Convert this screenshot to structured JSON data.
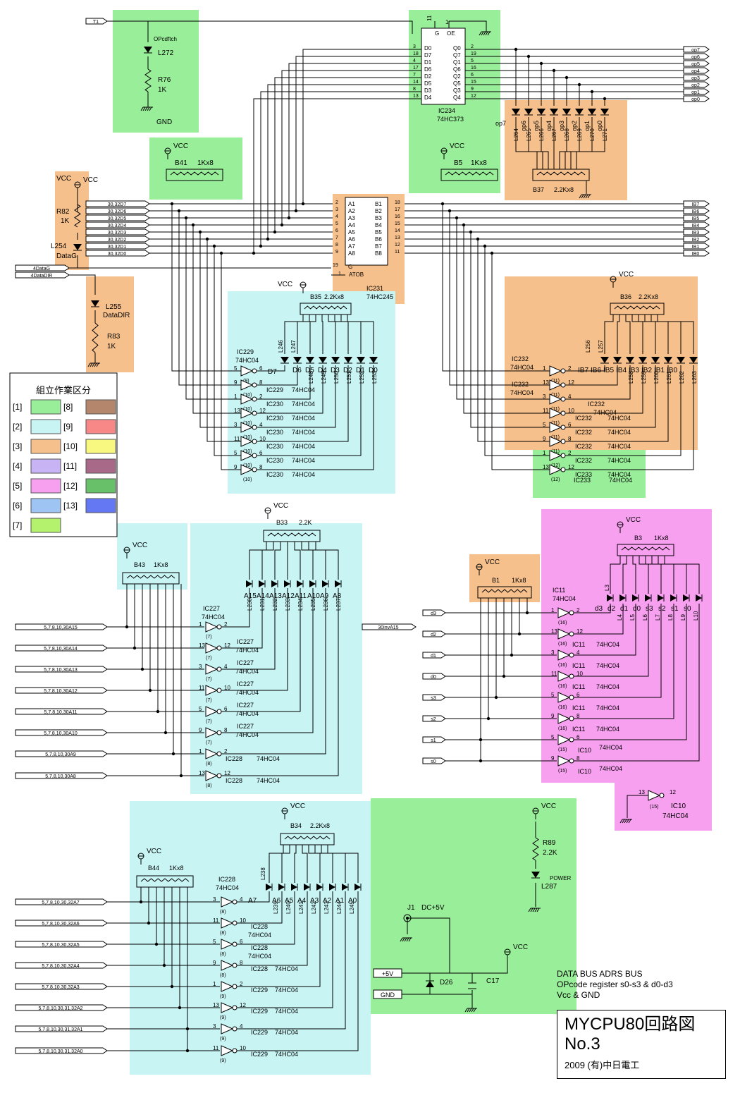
{
  "title_block": {
    "title": "MYCPU80回路図",
    "sheet_no": "No.3",
    "footer": "2009 (有)中日電工"
  },
  "notes": [
    "DATA BUS  ADRS BUS",
    "OPcode register  s0-s3 & d0-d3",
    "Vcc & GND"
  ],
  "legend": {
    "title": "組立作業区分",
    "items": [
      {
        "label": "[1]",
        "color": "#99ee99"
      },
      {
        "label": "[2]",
        "color": "#c8f4f4"
      },
      {
        "label": "[3]",
        "color": "#f6c08c"
      },
      {
        "label": "[4]",
        "color": "#c8b4f4"
      },
      {
        "label": "[5]",
        "color": "#f8a0f0"
      },
      {
        "label": "[6]",
        "color": "#9ec4f4"
      },
      {
        "label": "[7]",
        "color": "#b4f26e"
      },
      {
        "label": "[8]",
        "color": "#b4866c"
      },
      {
        "label": "[9]",
        "color": "#f88888"
      },
      {
        "label": "[10]",
        "color": "#f8f880"
      },
      {
        "label": "[11]",
        "color": "#a86888"
      },
      {
        "label": "[12]",
        "color": "#68c068"
      },
      {
        "label": "[13]",
        "color": "#6478f4"
      }
    ]
  },
  "parts": {
    "t1": "T1",
    "opcdftch": "OPcdftch",
    "l272": "L272",
    "r76": "R76",
    "r76v": "1K",
    "gnd": "GND",
    "vcc": "VCC",
    "b41": "B41",
    "b41v": "1Kx8",
    "b5": "B5",
    "b5v": "1Kx8",
    "b37": "B37",
    "b37v": "2.2Kx8",
    "b35": "B35",
    "b35v": "2.2Kx8",
    "b36": "B36",
    "b36v": "2.2Kx8",
    "b33": "B33",
    "b33v": "2.2K",
    "b43": "B43",
    "b43v": "1Kx8",
    "b1": "B1",
    "b1v": "1Kx8",
    "b3": "B3",
    "b3v": "1Kx8",
    "b34": "B34",
    "b34v": "2.2Kx8",
    "b44": "B44",
    "b44v": "1Kx8",
    "r82": "R82",
    "r82v": "1K",
    "l254": "L254",
    "datag": "DataG",
    "l255": "L255",
    "datadir": "DataDIR",
    "r83": "R83",
    "r83v": "1K",
    "ic234": "IC234",
    "ic234t": "74HC373",
    "ic231": "IC231",
    "ic231t": "74HC245",
    "atob": "ATOB",
    "r89": "R89",
    "r89v": "2.2K",
    "power": "POWER",
    "l287": "L287",
    "j1": "J1",
    "dc5v": "DC+5V",
    "d26": "D26",
    "c17": "C17",
    "p5v": "+5V",
    "pgnd": "GND",
    "inva15": "30invA15",
    "ic10a": "IC10",
    "ic10t": "74HC04"
  },
  "signals": {
    "data_bus_in": [
      "30,32D7",
      "30,32D6",
      "30,32D5",
      "30,32D4",
      "30,32D3",
      "30,32D2",
      "30,32D1",
      "30,32D0"
    ],
    "ib_out": [
      "IB7",
      "IB6",
      "IB5",
      "IB4",
      "IB3",
      "IB2",
      "IB1",
      "IB0"
    ],
    "op_out": [
      "op7",
      "op6",
      "op5",
      "op4",
      "op3",
      "op2",
      "op1",
      "op0"
    ],
    "data_ctrl": [
      "4DataG",
      "4DataDIR"
    ],
    "addr_hi": [
      "5,7,8,10,30A15",
      "5,7,8,10,30A14",
      "5,7,8,10,30A13",
      "5,7,8,10,30A12",
      "5,7,8,10,30A11",
      "5,7,8,10,30A10",
      "5,7,8,10,30A9",
      "5,7,8,10,30A8"
    ],
    "addr_lo": [
      "5,7,8,10,30,32A7",
      "5,7,8,10,30,32A6",
      "5,7,8,10,30,32A5",
      "5,7,8,10,30,32A4",
      "5,7,8,10,30,32A3",
      "5,7,8,10,30,31,32A2",
      "5,7,8,10,30,31,32A1",
      "5,7,8,10,30,31,32A0"
    ],
    "sd_in": [
      "d3",
      "d2",
      "d1",
      "d0",
      "s3",
      "s2",
      "s1",
      "s0"
    ]
  },
  "ic373_pins": {
    "d_names": [
      "D0",
      "D7",
      "D1",
      "D6",
      "D2",
      "D5",
      "D3",
      "D4"
    ],
    "d_pins": [
      "3",
      "18",
      "4",
      "17",
      "7",
      "14",
      "8",
      "13"
    ],
    "q_names": [
      "Q0",
      "Q7",
      "Q1",
      "Q6",
      "Q2",
      "Q5",
      "Q3",
      "Q4"
    ],
    "q_pins": [
      "2",
      "19",
      "5",
      "16",
      "6",
      "15",
      "9",
      "12"
    ],
    "g": "G",
    "oe": "OE",
    "pin11": "11",
    "pin1": "1"
  },
  "ic245_pins": {
    "a_names": [
      "A1",
      "A2",
      "A3",
      "A4",
      "A5",
      "A6",
      "A7",
      "A8"
    ],
    "a_pins": [
      "2",
      "3",
      "4",
      "5",
      "6",
      "7",
      "8",
      "9"
    ],
    "b_names": [
      "B1",
      "B2",
      "B3",
      "B4",
      "B5",
      "B6",
      "B7",
      "B8"
    ],
    "b_pins": [
      "18",
      "17",
      "16",
      "15",
      "14",
      "13",
      "12",
      "11"
    ],
    "g": "G",
    "pin19": "19",
    "pin1": "1"
  },
  "led_groups": {
    "op": {
      "names": [
        "op7",
        "op6",
        "op5",
        "op4",
        "op3",
        "op2",
        "op1",
        "op0"
      ],
      "refs": [
        "L264",
        "L265",
        "L266",
        "L267",
        "L268",
        "L269",
        "L270",
        "L271"
      ]
    },
    "d": {
      "names": [
        "D7",
        "D6",
        "D5",
        "D4",
        "D3",
        "D2",
        "D1",
        "D0"
      ],
      "refs": [
        "L246",
        "L247",
        "L248",
        "L249",
        "L250",
        "L251",
        "L252",
        "L253"
      ]
    },
    "ib": {
      "names": [
        "IB7",
        "IB6",
        "IB5",
        "IB4",
        "IB3",
        "IB2",
        "IB1",
        "IB0"
      ],
      "refs": [
        "L256",
        "L257",
        "L258",
        "L259",
        "L260",
        "L261",
        "L262",
        "L263"
      ]
    },
    "ah": {
      "names": [
        "A15",
        "A14",
        "A13",
        "A12",
        "A11",
        "A10",
        "A9",
        "A8"
      ],
      "refs": [
        "L230",
        "L231",
        "L232",
        "L233",
        "L234",
        "L235",
        "L236",
        "L237"
      ]
    },
    "sd": {
      "names": [
        "d3",
        "d2",
        "d1",
        "d0",
        "s3",
        "s2",
        "s1",
        "s0"
      ],
      "refs": [
        "L3",
        "L4",
        "L5",
        "L6",
        "L7",
        "L8",
        "L9",
        "L10"
      ]
    },
    "al": {
      "names": [
        "A7",
        "A6",
        "A5",
        "A4",
        "A3",
        "A2",
        "A1",
        "A0"
      ],
      "refs": [
        "L238",
        "L239",
        "L240",
        "L241",
        "L242",
        "L243",
        "L244",
        "L245"
      ]
    }
  },
  "inverters": {
    "d": {
      "chips": [
        "IC229",
        "IC229",
        "IC230",
        "IC230",
        "IC230",
        "IC230",
        "IC230",
        "IC230"
      ],
      "types": [
        "74HC04",
        "74HC04",
        "74HC04",
        "74HC04",
        "74HC04",
        "74HC04",
        "74HC04",
        "74HC04"
      ],
      "in_pins": [
        "5",
        "9",
        "1",
        "13",
        "3",
        "11",
        "5",
        "9"
      ],
      "out_pins": [
        "6",
        "8",
        "2",
        "12",
        "4",
        "10",
        "6",
        "8"
      ],
      "pwr": [
        "(9)",
        "(10)",
        "(10)",
        "(10)",
        "(10)",
        "(10)",
        "(10)",
        "(10)"
      ]
    },
    "ib": {
      "chips": [
        "IC232",
        "IC232",
        "IC232",
        "IC232",
        "IC232",
        "IC232",
        "IC232",
        "IC233"
      ],
      "types": [
        "74HC04",
        "74HC04",
        "74HC04",
        "74HC04",
        "74HC04",
        "74HC04",
        "74HC04",
        "74HC04"
      ],
      "in_pins": [
        "1",
        "13",
        "3",
        "11",
        "5",
        "9",
        "1",
        "13"
      ],
      "out_pins": [
        "2",
        "12",
        "4",
        "10",
        "6",
        "8",
        "2",
        "12"
      ],
      "pwr": [
        "(11)",
        "(11)",
        "(11)",
        "(11)",
        "(11)",
        "(11)",
        "(12)",
        "(12)"
      ]
    },
    "ah": {
      "chips": [
        "IC227",
        "IC227",
        "IC227",
        "IC227",
        "IC227",
        "IC227",
        "IC228",
        "IC228"
      ],
      "types": [
        "74HC04",
        "74HC04",
        "74HC04",
        "74HC04",
        "74HC04",
        "74HC04",
        "74HC04",
        "74HC04"
      ],
      "in_pins": [
        "1",
        "13",
        "3",
        "11",
        "5",
        "9",
        "1",
        "13"
      ],
      "out_pins": [
        "2",
        "12",
        "4",
        "10",
        "6",
        "8",
        "2",
        "12"
      ],
      "pwr": [
        "(7)",
        "(7)",
        "(7)",
        "(7)",
        "(7)",
        "(7)",
        "(8)",
        "(8)"
      ]
    },
    "sd": {
      "chips": [
        "IC11",
        "IC11",
        "IC11",
        "IC11",
        "IC11",
        "IC11",
        "IC10",
        "IC10"
      ],
      "types": [
        "74HC04",
        "74HC04",
        "74HC04",
        "74HC04",
        "74HC04",
        "74HC04",
        "74HC04",
        "74HC04"
      ],
      "in_pins": [
        "1",
        "13",
        "3",
        "11",
        "5",
        "9",
        "5",
        "9"
      ],
      "out_pins": [
        "2",
        "12",
        "4",
        "10",
        "6",
        "8",
        "6",
        "8"
      ],
      "pwr": [
        "(16)",
        "(16)",
        "(16)",
        "(16)",
        "(16)",
        "(16)",
        "(15)",
        "(15)"
      ]
    },
    "al": {
      "chips": [
        "IC228",
        "IC228",
        "IC228",
        "IC228",
        "IC229",
        "IC229",
        "IC229",
        "IC229"
      ],
      "types": [
        "74HC04",
        "74HC04",
        "74HC04",
        "74HC04",
        "74HC04",
        "74HC04",
        "74HC04",
        "74HC04"
      ],
      "in_pins": [
        "3",
        "11",
        "5",
        "9",
        "1",
        "13",
        "3",
        "11"
      ],
      "out_pins": [
        "4",
        "10",
        "6",
        "8",
        "2",
        "12",
        "4",
        "10"
      ],
      "pwr": [
        "(8)",
        "(8)",
        "(8)",
        "(8)",
        "(9)",
        "(9)",
        "(9)",
        "(9)"
      ]
    },
    "ic10_spare": {
      "in_pin": "13",
      "out_pin": "12",
      "pwr": "(15)"
    }
  }
}
